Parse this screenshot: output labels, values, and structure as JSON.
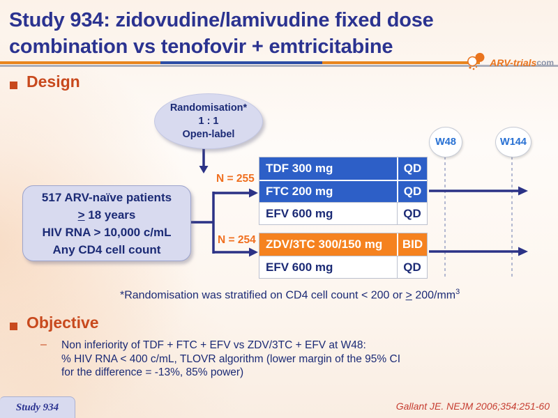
{
  "title": {
    "line1": "Study 934: zidovudine/lamivudine fixed dose",
    "line2": "combination vs tenofovir + emtricitabine"
  },
  "logo": {
    "brand": "ARV-trials",
    "tld": "com",
    "icon": "pill-capsule-icon"
  },
  "design": {
    "heading": "Design",
    "randomisation_oval": {
      "line1": "Randomisation*",
      "line2": "1 : 1",
      "line3": "Open-label"
    },
    "population_box": {
      "line1": "517 ARV-naïve patients",
      "geq": ">",
      "line2_rest": " 18 years",
      "line3": "HIV RNA > 10,000 c/mL",
      "line4": "Any CD4 cell count"
    },
    "arm1": {
      "n_label": "N = 255",
      "rows": [
        {
          "drug": "TDF 300 mg",
          "dose": "QD",
          "highlight": "blue"
        },
        {
          "drug": "FTC 200 mg",
          "dose": "QD",
          "highlight": "blue"
        },
        {
          "drug": "EFV 600 mg",
          "dose": "QD",
          "highlight": "none"
        }
      ]
    },
    "arm2": {
      "n_label": "N = 254",
      "rows": [
        {
          "drug": "ZDV/3TC 300/150 mg",
          "dose": "BID",
          "highlight": "orange"
        },
        {
          "drug": "EFV 600 mg",
          "dose": "QD",
          "highlight": "none"
        }
      ]
    },
    "timepoints": {
      "w48": "W48",
      "w144": "W144"
    },
    "footnote": {
      "prefix": "*Randomisation was stratified on CD4 cell count < 200 or ",
      "geq": ">",
      "mid": " 200/mm",
      "sup": "3"
    }
  },
  "objective": {
    "heading": "Objective",
    "dash": "–",
    "line1": "Non inferiority of TDF + FTC + EFV vs ZDV/3TC + EFV at W48:",
    "line2": "% HIV RNA < 400 c/mL, TLOVR algorithm (lower margin of the 95% CI",
    "line3": "for the difference = -13%, 85% power)"
  },
  "footer": {
    "study_tab": "Study 934",
    "reference": "Gallant JE. NEJM 2006;354:251-60"
  },
  "colors": {
    "title_navy": "#2B3390",
    "body_navy": "#1B2A75",
    "accent_orange_red": "#C8491D",
    "n_label_orange": "#F06F1F",
    "arm_blue": "#2D5FC7",
    "arm_orange": "#F5821F",
    "lavender_fill": "#D8DAEF",
    "timepoint_blue": "#2770D3",
    "reference_red": "#C63C30",
    "connector_navy": "#2B3286"
  }
}
